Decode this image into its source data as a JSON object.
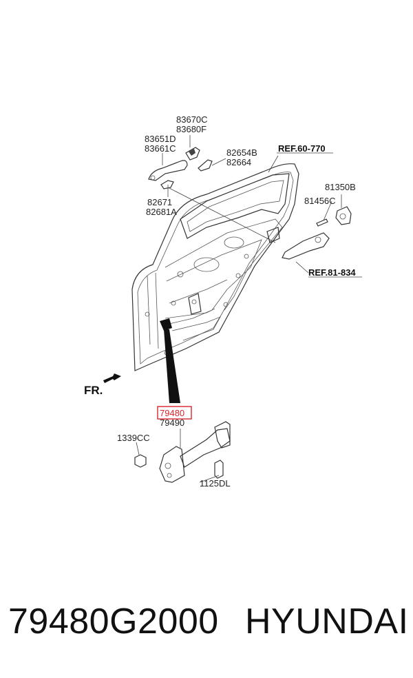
{
  "labels": {
    "p83670c": "83670C",
    "p83680f": "83680F",
    "p83651d": "83651D",
    "p83661c": "83661C",
    "p82654b": "82654B",
    "p82664": "82664",
    "p82671": "82671",
    "p82681a": "82681A",
    "p81350b": "81350B",
    "p81456c": "81456C",
    "p79480": "79480",
    "p79490": "79490",
    "p1339cc": "1339CC",
    "p1125dl": "1125DL"
  },
  "refs": {
    "ref_60_770": "REF.60-770",
    "ref_81_834": "REF.81-834"
  },
  "direction": {
    "fr": "FR."
  },
  "highlight_color": "#d9232a",
  "footer": {
    "part_number": "79480G2000",
    "brand": "HYUNDAI"
  }
}
